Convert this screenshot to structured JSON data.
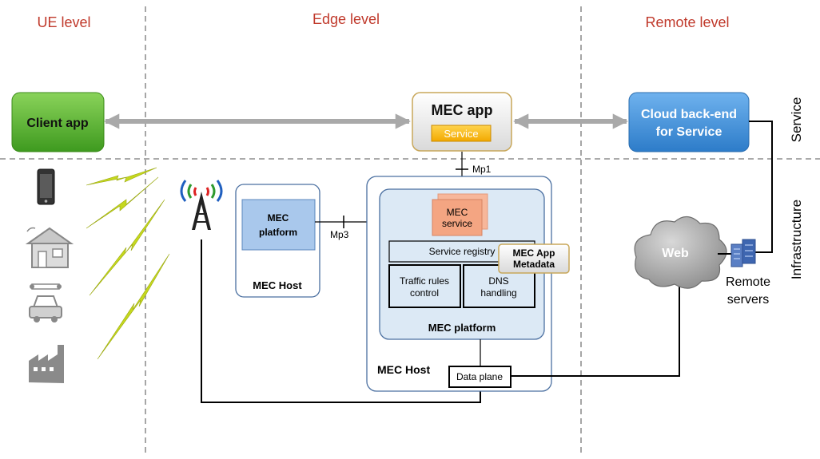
{
  "levels": {
    "ue": "UE level",
    "edge": "Edge level",
    "remote": "Remote level"
  },
  "side_labels": {
    "service": "Service",
    "infrastructure": "Infrastructure"
  },
  "service_row": {
    "client_app": "Client app",
    "mec_app": "MEC app",
    "mec_app_service": "Service",
    "cloud_line1": "Cloud back-end",
    "cloud_line2": "for Service"
  },
  "left_host": {
    "platform_line1": "MEC",
    "platform_line2": "platform",
    "host_label": "MEC Host"
  },
  "main_host": {
    "mec_service_line1": "MEC",
    "mec_service_line2": "service",
    "service_registry": "Service registry",
    "metadata_line1": "MEC App",
    "metadata_line2": "Metadata",
    "traffic_line1": "Traffic rules",
    "traffic_line2": "control",
    "dns_line1": "DNS",
    "dns_line2": "handling",
    "platform_label": "MEC platform",
    "host_label": "MEC Host",
    "data_plane": "Data plane"
  },
  "interfaces": {
    "mp1": "Mp1",
    "mp3": "Mp3"
  },
  "remote": {
    "web": "Web",
    "servers_line1": "Remote",
    "servers_line2": "servers"
  },
  "colors": {
    "level_text": "#c0392b",
    "client_green": "#5aae2e",
    "cloud_blue": "#3f8fd6",
    "service_yellow": "#f7b500",
    "mec_service_salmon": "#f4a582",
    "platform_light_blue": "#dce9f5",
    "lightning": "#c5d81e"
  }
}
